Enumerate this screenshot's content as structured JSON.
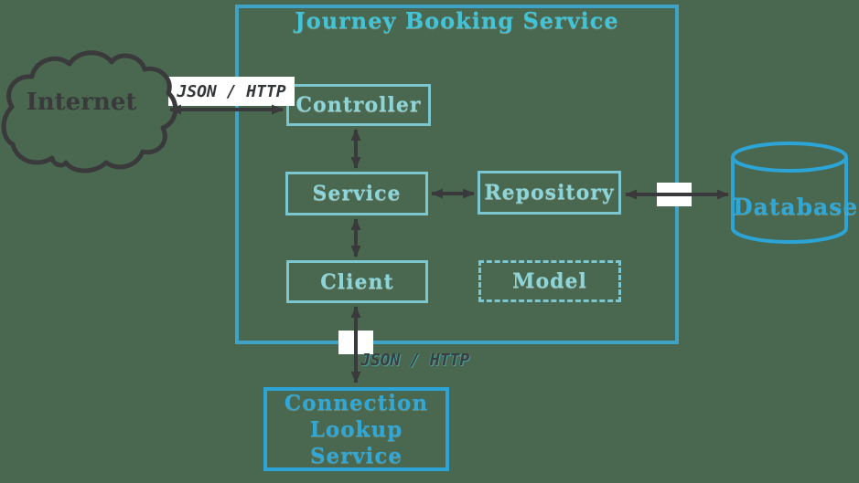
{
  "colors": {
    "background": "#49684f",
    "outer_box_border": "#3fa3c8",
    "title_text": "#41c4da",
    "inner_box_border": "#7cc6d0",
    "inner_box_text": "#8cd5da",
    "external_accent": "#2ca4d6",
    "dark_ink": "#3a3a3c",
    "label_plate_bg": "#ffffff"
  },
  "journey_booking_service": {
    "title": "Journey Booking Service",
    "components": [
      {
        "id": "controller",
        "label": "Controller",
        "border": "solid"
      },
      {
        "id": "service",
        "label": "Service",
        "border": "solid"
      },
      {
        "id": "repository",
        "label": "Repository",
        "border": "solid"
      },
      {
        "id": "client",
        "label": "Client",
        "border": "solid"
      },
      {
        "id": "model",
        "label": "Model",
        "border": "dashed"
      }
    ]
  },
  "external_nodes": [
    {
      "id": "internet",
      "label": "Internet",
      "shape": "cloud"
    },
    {
      "id": "database",
      "label": "Database",
      "shape": "cylinder"
    },
    {
      "id": "connection-lookup-service",
      "label_lines": [
        "Connection",
        "Lookup",
        "Service"
      ],
      "shape": "rect"
    }
  ],
  "connection_labels": {
    "internet_to_controller": "JSON / HTTP",
    "client_to_connection_lookup": "JSON / HTTP"
  },
  "connections": [
    {
      "from": "internet",
      "to": "controller",
      "bidirectional": true,
      "label": "JSON / HTTP"
    },
    {
      "from": "controller",
      "to": "service",
      "bidirectional": true
    },
    {
      "from": "service",
      "to": "repository",
      "bidirectional": true
    },
    {
      "from": "service",
      "to": "client",
      "bidirectional": true
    },
    {
      "from": "repository",
      "to": "database",
      "bidirectional": true,
      "port": true
    },
    {
      "from": "client",
      "to": "connection-lookup-service",
      "bidirectional": true,
      "port": true,
      "label": "JSON / HTTP"
    }
  ]
}
